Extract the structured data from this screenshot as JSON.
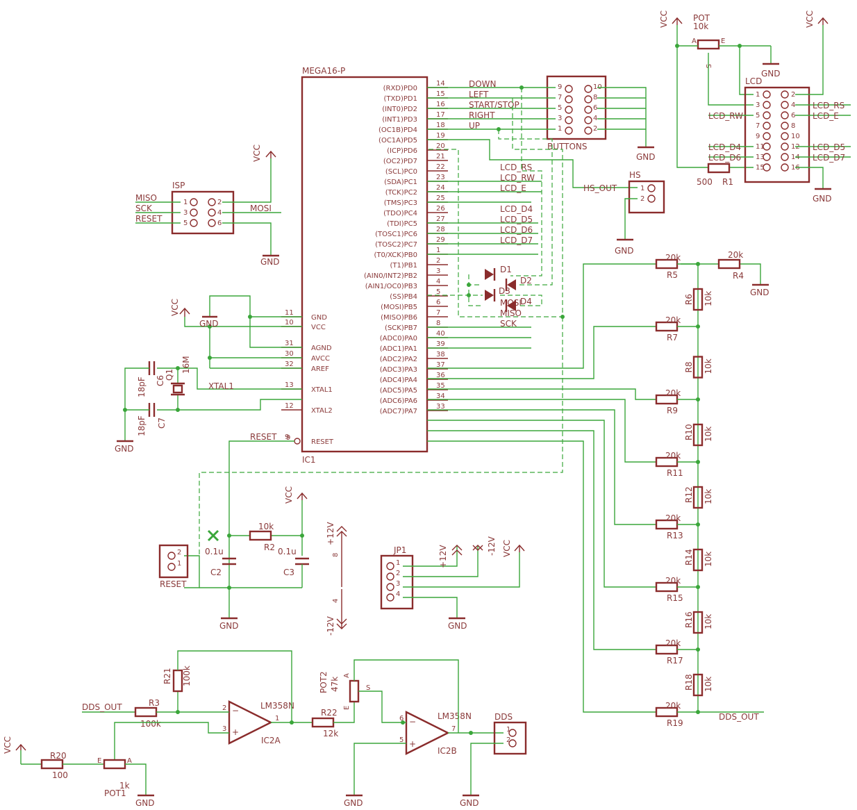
{
  "mcu": {
    "name": "MEGA16-P",
    "ref": "IC1",
    "left_pins": [
      {
        "num": "11",
        "name": "GND"
      },
      {
        "num": "10",
        "name": "VCC"
      },
      {
        "num": "31",
        "name": "AGND"
      },
      {
        "num": "30",
        "name": "AVCC"
      },
      {
        "num": "32",
        "name": "AREF"
      },
      {
        "num": "13",
        "name": "XTAL1"
      },
      {
        "num": "12",
        "name": "XTAL2"
      },
      {
        "num": "9",
        "name": "RESET"
      }
    ],
    "right_pins": [
      {
        "num": "14",
        "name": "(RXD)PD0",
        "net": "DOWN"
      },
      {
        "num": "15",
        "name": "(TXD)PD1",
        "net": "LEFT"
      },
      {
        "num": "16",
        "name": "(INT0)PD2",
        "net": "START/STOP"
      },
      {
        "num": "17",
        "name": "(INT1)PD3",
        "net": "RIGHT"
      },
      {
        "num": "18",
        "name": "(OC1B)PD4",
        "net": "UP"
      },
      {
        "num": "19",
        "name": "(OC1A)PD5",
        "net": ""
      },
      {
        "num": "20",
        "name": "(ICP)PD6",
        "net": ""
      },
      {
        "num": "21",
        "name": "(OC2)PD7",
        "net": ""
      },
      {
        "num": "22",
        "name": "(SCL)PC0",
        "net": "LCD_RS"
      },
      {
        "num": "23",
        "name": "(SDA)PC1",
        "net": "LCD_RW"
      },
      {
        "num": "24",
        "name": "(TCK)PC2",
        "net": "LCD_E"
      },
      {
        "num": "25",
        "name": "(TMS)PC3",
        "net": ""
      },
      {
        "num": "26",
        "name": "(TDO)PC4",
        "net": "LCD_D4"
      },
      {
        "num": "27",
        "name": "(TDI)PC5",
        "net": "LCD_D5"
      },
      {
        "num": "28",
        "name": "(TOSC1)PC6",
        "net": "LCD_D6"
      },
      {
        "num": "29",
        "name": "(TOSC2)PC7",
        "net": "LCD_D7"
      },
      {
        "num": "1",
        "name": "(T0/XCK)PB0",
        "net": ""
      },
      {
        "num": "2",
        "name": "(T1)PB1",
        "net": ""
      },
      {
        "num": "3",
        "name": "(AIN0/INT2)PB2",
        "net": ""
      },
      {
        "num": "4",
        "name": "(AIN1/OC0)PB3",
        "net": ""
      },
      {
        "num": "5",
        "name": "(SS)PB4",
        "net": ""
      },
      {
        "num": "6",
        "name": "(MOSI)PB5",
        "net": "MOSI"
      },
      {
        "num": "7",
        "name": "(MISO)PB6",
        "net": "MISO"
      },
      {
        "num": "8",
        "name": "(SCK)PB7",
        "net": "SCK"
      },
      {
        "num": "40",
        "name": "(ADC0)PA0",
        "net": ""
      },
      {
        "num": "39",
        "name": "(ADC1)PA1",
        "net": ""
      },
      {
        "num": "38",
        "name": "(ADC2)PA2",
        "net": ""
      },
      {
        "num": "37",
        "name": "(ADC3)PA3",
        "net": ""
      },
      {
        "num": "36",
        "name": "(ADC4)PA4",
        "net": ""
      },
      {
        "num": "35",
        "name": "(ADC5)PA5",
        "net": ""
      },
      {
        "num": "34",
        "name": "(ADC6)PA6",
        "net": ""
      },
      {
        "num": "33",
        "name": "(ADC7)PA7",
        "net": ""
      }
    ]
  },
  "buttons": {
    "ref": "BUTTONS",
    "left": [
      "9",
      "7",
      "5",
      "3",
      "1"
    ],
    "right": [
      "10",
      "8",
      "6",
      "4",
      "2"
    ]
  },
  "isp": {
    "ref": "ISP",
    "left_nets": [
      "MISO",
      "SCK",
      "RESET"
    ],
    "right_net": "MOSI",
    "left": [
      "1",
      "3",
      "5"
    ],
    "right": [
      "2",
      "4",
      "6"
    ]
  },
  "lcd": {
    "ref": "LCD",
    "left": [
      "1",
      "3",
      "5",
      "7",
      "9",
      "11",
      "13",
      "15"
    ],
    "right": [
      "2",
      "4",
      "6",
      "8",
      "10",
      "12",
      "14",
      "16"
    ],
    "nets": {
      "rs": "LCD_RS",
      "e": "LCD_E",
      "rw": "LCD_RW",
      "d4": "LCD_D4",
      "d5": "LCD_D5",
      "d6": "LCD_D6",
      "d7": "LCD_D7"
    }
  },
  "hs": {
    "ref": "HS",
    "net": "HS_OUT",
    "pins": [
      "1",
      "2"
    ]
  },
  "pot_lcd": {
    "ref": "POT",
    "value": "10k",
    "a": "A",
    "e": "E",
    "s": "S"
  },
  "r1": {
    "ref": "R1",
    "value": "500"
  },
  "ladder": {
    "horizontal": [
      {
        "ref": "R5",
        "value": "20k"
      },
      {
        "ref": "R7",
        "value": "20k"
      },
      {
        "ref": "R9",
        "value": "20k"
      },
      {
        "ref": "R11",
        "value": "20k"
      },
      {
        "ref": "R13",
        "value": "20k"
      },
      {
        "ref": "R15",
        "value": "20k"
      },
      {
        "ref": "R17",
        "value": "20k"
      },
      {
        "ref": "R19",
        "value": "20k"
      }
    ],
    "r4": {
      "ref": "R4",
      "value": "20k"
    },
    "vertical": [
      {
        "ref": "R6",
        "value": "10k"
      },
      {
        "ref": "R8",
        "value": "10k"
      },
      {
        "ref": "R10",
        "value": "10k"
      },
      {
        "ref": "R12",
        "value": "10k"
      },
      {
        "ref": "R14",
        "value": "10k"
      },
      {
        "ref": "R16",
        "value": "10k"
      },
      {
        "ref": "R18",
        "value": "10k"
      }
    ],
    "out_net": "DDS_OUT"
  },
  "crystal": {
    "ref": "Q1",
    "value": "16M",
    "c6": "C6",
    "c7": "C7",
    "cap_value": "18pF",
    "net": "XTAL1"
  },
  "reset_circuit": {
    "conn": "RESET",
    "net": "RESET",
    "pin": "9",
    "c2": "C2",
    "c3": "C3",
    "cap_value": "0.1u",
    "r2": "R2",
    "r2_value": "10k",
    "pins": [
      "2",
      "1"
    ]
  },
  "jp1": {
    "ref": "JP1",
    "pins": [
      "1",
      "2",
      "3",
      "4"
    ]
  },
  "diodes": [
    "D1",
    "D2",
    "D3",
    "D4"
  ],
  "amp": {
    "ic2a": "IC2A",
    "ic2b": "IC2B",
    "part": "LM358N",
    "r3": "R3",
    "r3_value": "100k",
    "r21": "R21",
    "r21_value": "100k",
    "r20": "R20",
    "r20_value": "100",
    "r22": "R22",
    "r22_value": "12k",
    "pot1": "POT1",
    "pot1_value": "1k",
    "pot2": "POT2",
    "pot2_value": "47k",
    "dds": "DDS",
    "net_in": "DDS_OUT",
    "pins_a": {
      "inv": "2",
      "noninv": "3",
      "out": "1"
    },
    "pins_b": {
      "inv": "6",
      "noninv": "5",
      "out": "7"
    },
    "pot_letters": {
      "a": "A",
      "e": "E",
      "s": "S"
    }
  },
  "supply": {
    "vcc": "VCC",
    "gnd": "GND",
    "p12": "+12V",
    "m12": "-12V",
    "pin8": "8",
    "pin4": "4"
  }
}
